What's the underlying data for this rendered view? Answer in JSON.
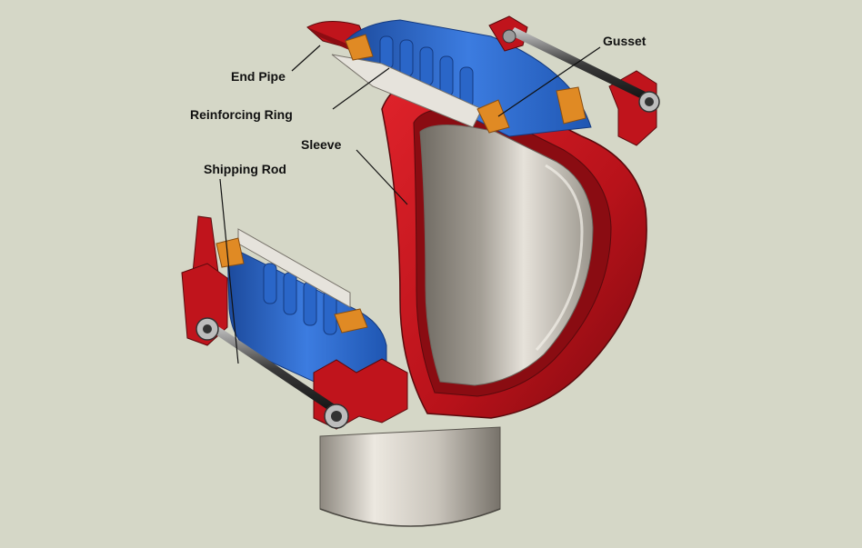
{
  "labels": {
    "end_pipe": "End Pipe",
    "reinforcing_ring": "Reinforcing Ring",
    "sleeve": "Sleeve",
    "shipping_rod": "Shipping Rod",
    "gusset": "Gusset"
  },
  "colors": {
    "background": "#d5d7c7",
    "flange": "#c0141c",
    "flange_dark": "#7e0a10",
    "bellows": "#2f6cd0",
    "bellows_dark": "#1c4a9c",
    "gusset": "#e08a24",
    "steel_light": "#e8e4dc",
    "steel_dark": "#7d776e",
    "rod": "#2a2a2a"
  }
}
